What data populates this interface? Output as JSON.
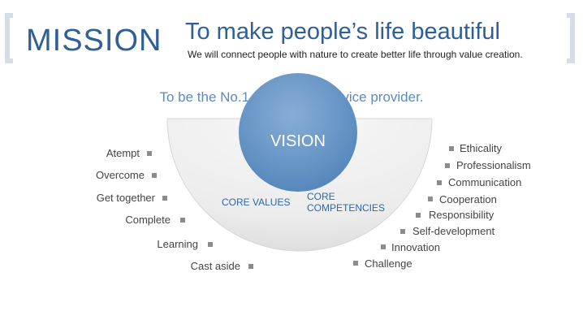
{
  "mission": {
    "word": "MISSION",
    "title": "To make people’s life beautiful",
    "description": "We will connect people with nature to create better life through value creation."
  },
  "vision": {
    "tagline": "To be the No.1 total textile service provider.",
    "word": "VISION"
  },
  "core_values": {
    "label": "CORE VALUES",
    "items": [
      "Atempt",
      "Overcome",
      "Get together",
      "Complete",
      "Learning",
      "Cast aside"
    ]
  },
  "core_competencies": {
    "label_line1": "CORE",
    "label_line2": "COMPETENCIES",
    "items": [
      "Ethicality",
      "Professionalism",
      "Communication",
      "Cooperation",
      "Responsibility",
      "Self-development",
      "Innovation",
      "Challenge"
    ]
  },
  "colors": {
    "brand": "#2f5f97",
    "accent_light": "#5b8bbb",
    "bullet": "#8c8c8c",
    "bracket": "#d5dde6"
  }
}
